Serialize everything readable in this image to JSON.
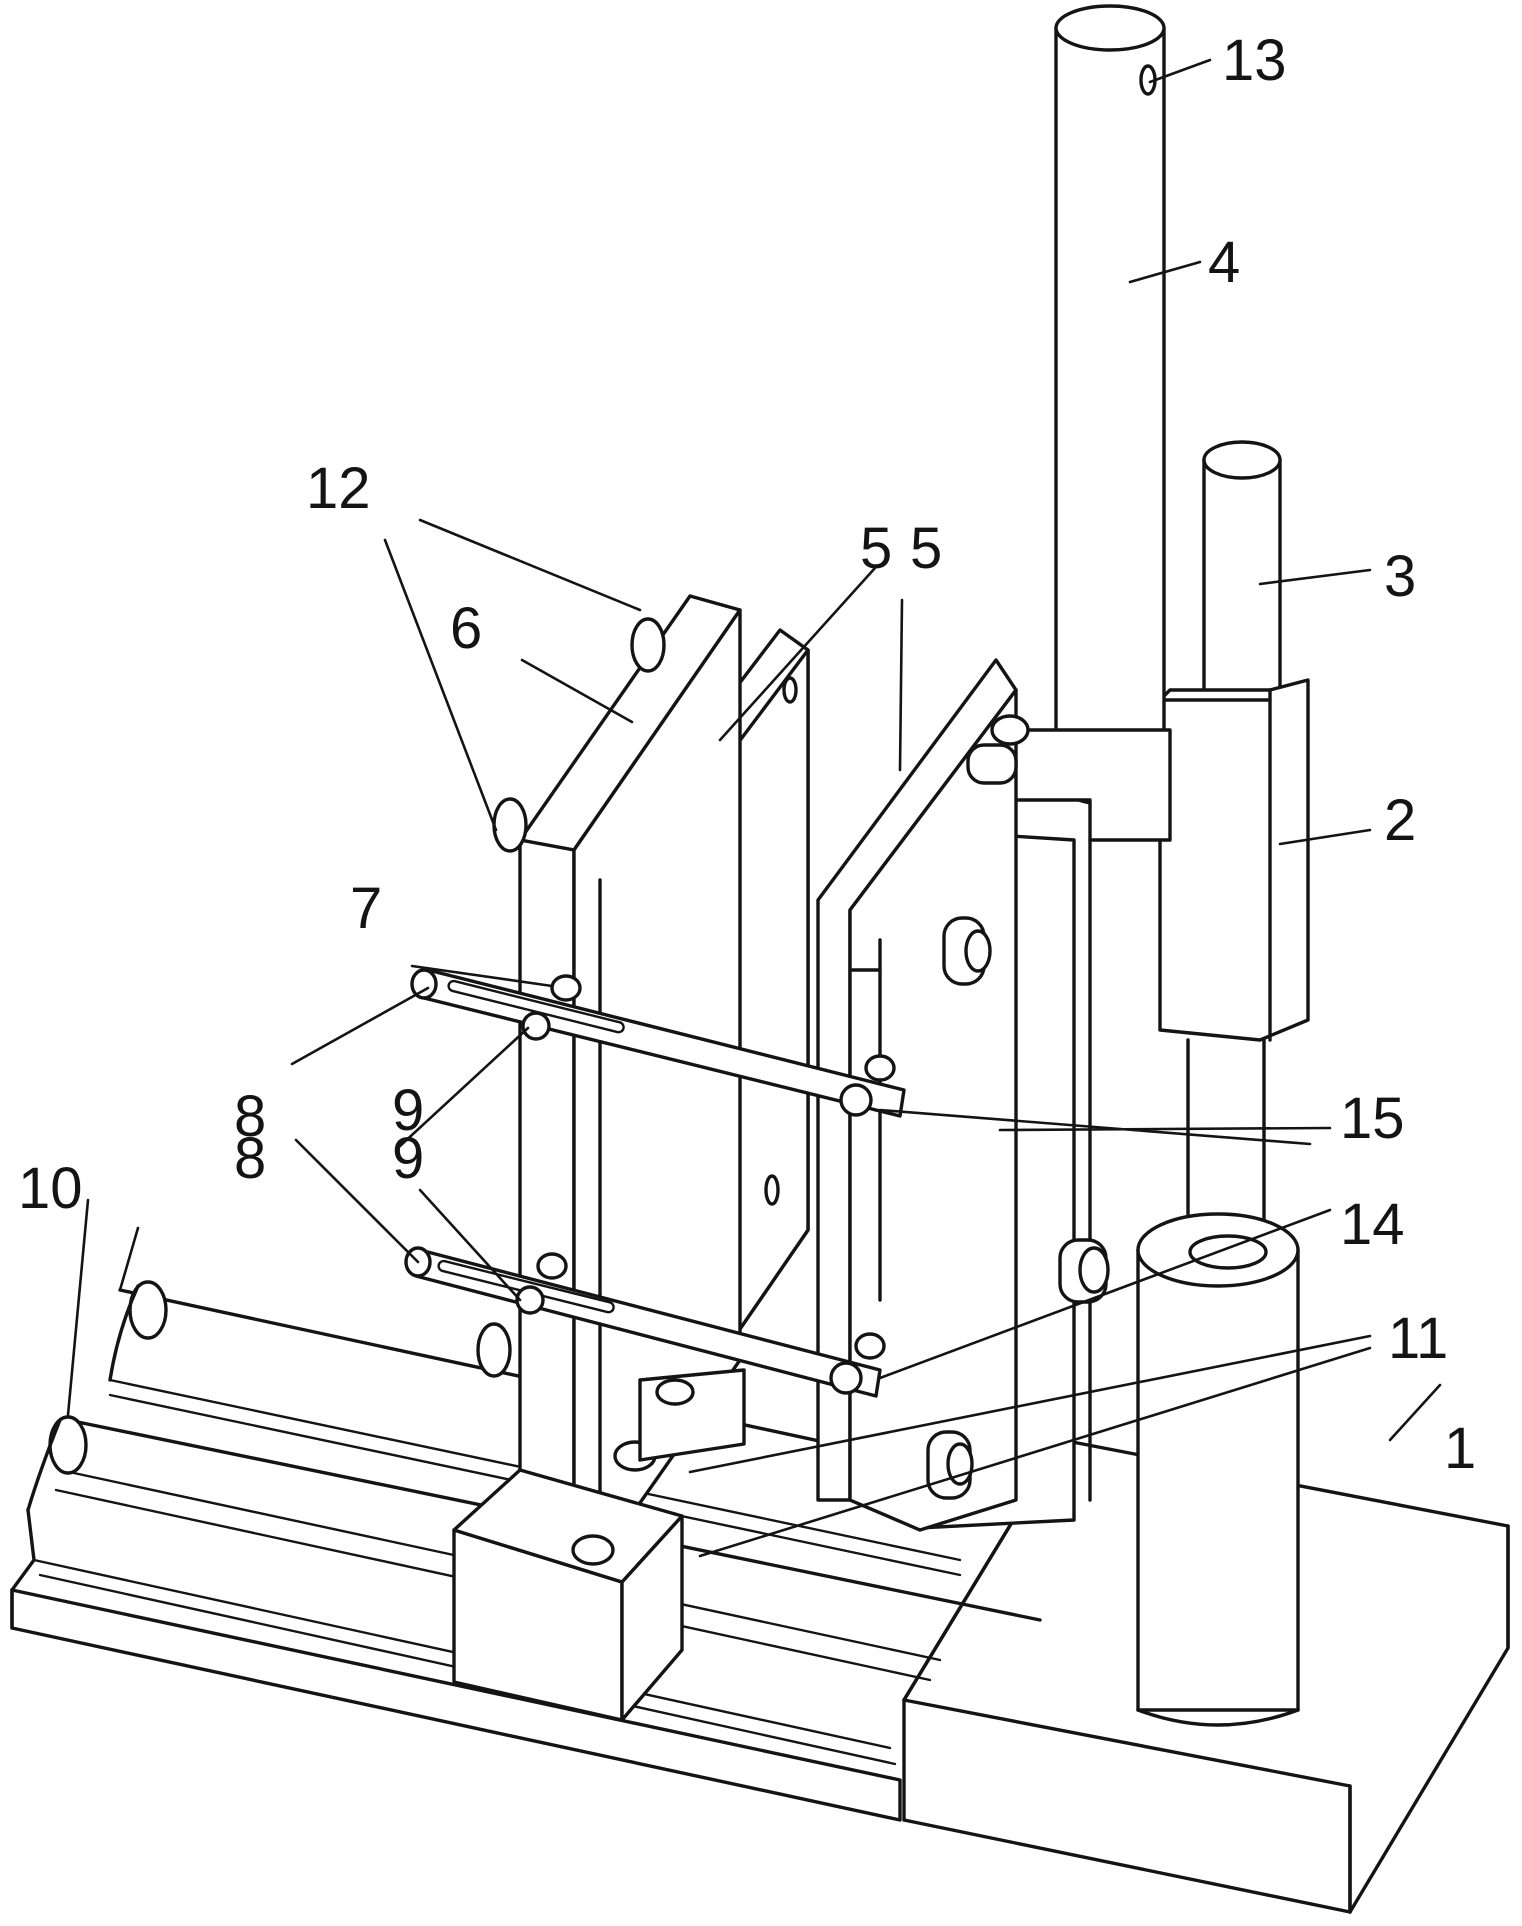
{
  "figure": {
    "callouts": {
      "part_1": "1",
      "part_2": "2",
      "part_3": "3",
      "part_4": "4",
      "part_5a": "5",
      "part_5b": "5",
      "part_6": "6",
      "part_7": "7",
      "part_8a": "8",
      "part_8b": "8",
      "part_9a": "9",
      "part_9b": "9",
      "part_10": "10",
      "part_11": "11",
      "part_12": "12",
      "part_13": "13",
      "part_14": "14",
      "part_15": "15"
    }
  },
  "colors": {
    "ink": "#141414",
    "paper": "#ffffff"
  }
}
